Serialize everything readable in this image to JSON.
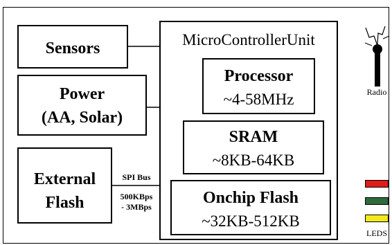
{
  "sensors": {
    "label": "Sensors"
  },
  "power": {
    "line1": "Power",
    "line2": "(AA, Solar)"
  },
  "external_flash": {
    "line1": "External",
    "line2": "Flash"
  },
  "bus": {
    "name": "SPI Bus",
    "speed1": "500KBps",
    "speed2": "- 3MBps"
  },
  "mcu": {
    "title": "MicroControllerUnit",
    "processor": {
      "name": "Processor",
      "spec": "~4-58MHz"
    },
    "sram": {
      "name": "SRAM",
      "spec": "~8KB-64KB"
    },
    "onchip_flash": {
      "name": "Onchip Flash",
      "spec": "~32KB-512KB"
    }
  },
  "radio": {
    "label": "Radio"
  },
  "leds": {
    "label": "LEDS",
    "colors": [
      "#e11b1b",
      "#2e6b3b",
      "#f2e81c"
    ]
  }
}
